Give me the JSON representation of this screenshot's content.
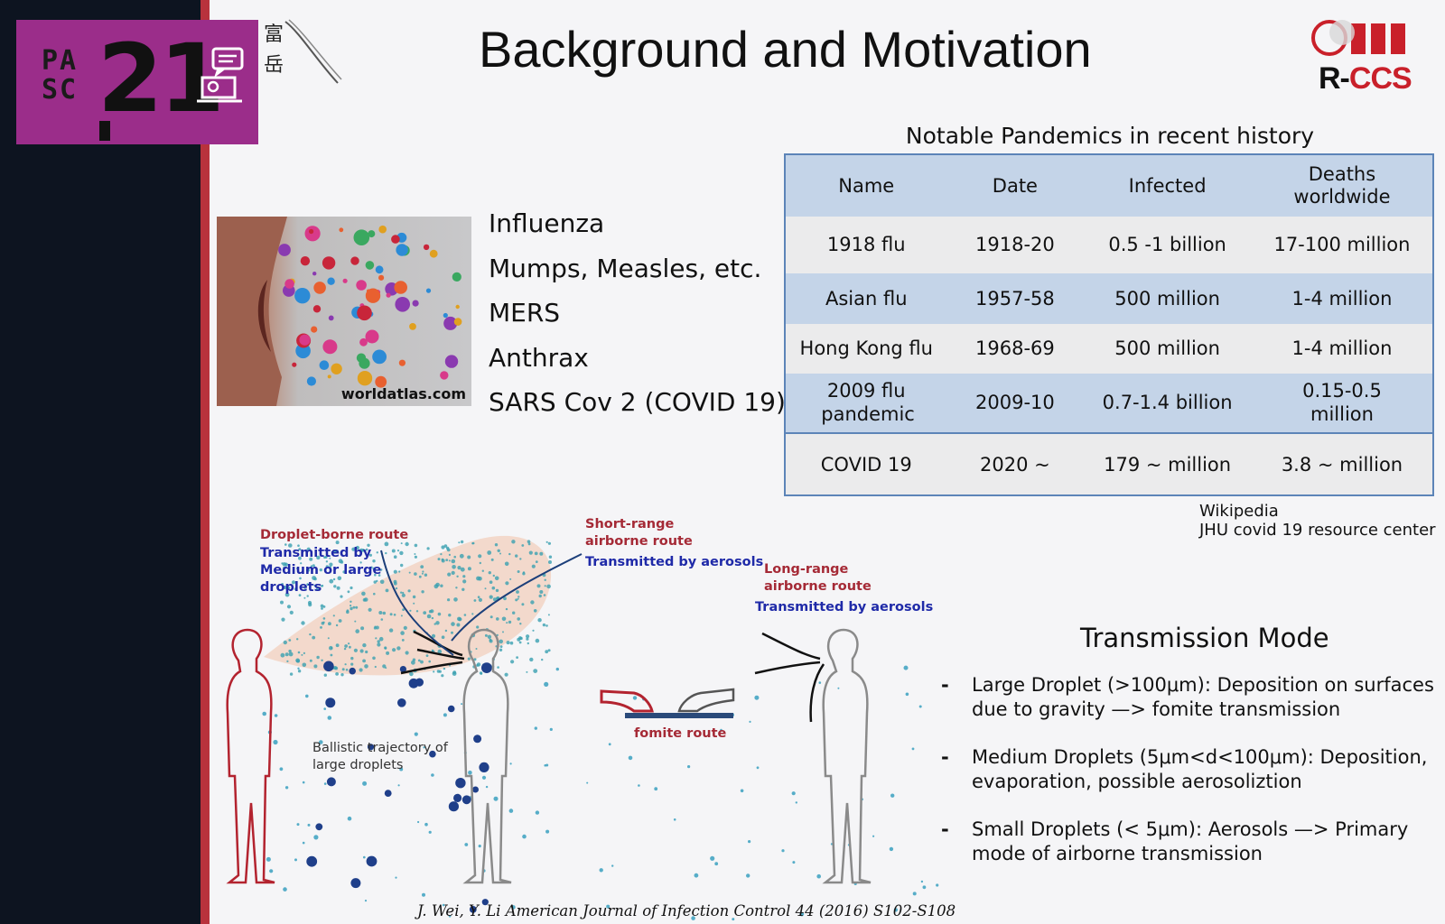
{
  "title": "Background and Motivation",
  "logos": {
    "pasc_letters_top": "PA",
    "pasc_letters_bottom": "SC",
    "pasc_number": "21",
    "fugaku_text": "富岳",
    "rccs_r": "R-",
    "rccs_c": "CCS"
  },
  "image_caption": "worldatlas.com",
  "diseases": [
    "Influenza",
    "Mumps, Measles, etc.",
    "MERS",
    "Anthrax",
    "SARS Cov 2 (COVID 19)"
  ],
  "table": {
    "caption": "Notable Pandemics in recent history",
    "headers": [
      "Name",
      "Date",
      "Infected",
      "Deaths worldwide"
    ],
    "rows": [
      [
        "1918 flu",
        "1918-20",
        "0.5 -1 billion",
        "17-100 million"
      ],
      [
        "Asian flu",
        "1957-58",
        "500 million",
        "1-4 million"
      ],
      [
        "Hong Kong flu",
        "1968-69",
        "500 million",
        "1-4 million"
      ],
      [
        "2009 flu pandemic",
        "2009-10",
        "0.7-1.4 billion",
        "0.15-0.5 million"
      ],
      [
        "COVID 19",
        "2020 ~",
        "179 ~ million",
        "3.8 ~ million"
      ]
    ]
  },
  "sources": [
    "Wikipedia",
    "JHU covid 19 resource center"
  ],
  "diagram": {
    "droplet_route_title": "Droplet-borne route",
    "droplet_route_desc": [
      "Transmitted by",
      "Medium or large",
      "droplets"
    ],
    "short_range_title": [
      "Short-range",
      "airborne route"
    ],
    "short_range_desc": "Transmitted by aerosols",
    "long_range_title": [
      "Long-range",
      "airborne route"
    ],
    "long_range_desc": "Transmitted by aerosols",
    "ballistic": [
      "Ballistic trajectory of",
      "large droplets"
    ],
    "fomite": "fomite route"
  },
  "transmission": {
    "title": "Transmission Mode",
    "items": [
      "Large Droplet (>100μm): Deposition on surfaces due to gravity —> fomite transmission",
      "Medium Droplets (5μm<d<100μm): Deposition, evaporation, possible aerosoliztion",
      "Small Droplets (< 5μm): Aerosols —> Primary mode of airborne transmission"
    ]
  },
  "citation": "J. Wei, Y. Li  American Journal of Infection Control 44 (2016) S102-S108",
  "colors": {
    "pasc_purple": "#9b2d8a",
    "table_blue": "#c4d4e8",
    "table_border": "#5c84b8",
    "route_red": "#a52a36",
    "route_blue": "#1f2aa8",
    "rccs_red": "#c9202a"
  }
}
